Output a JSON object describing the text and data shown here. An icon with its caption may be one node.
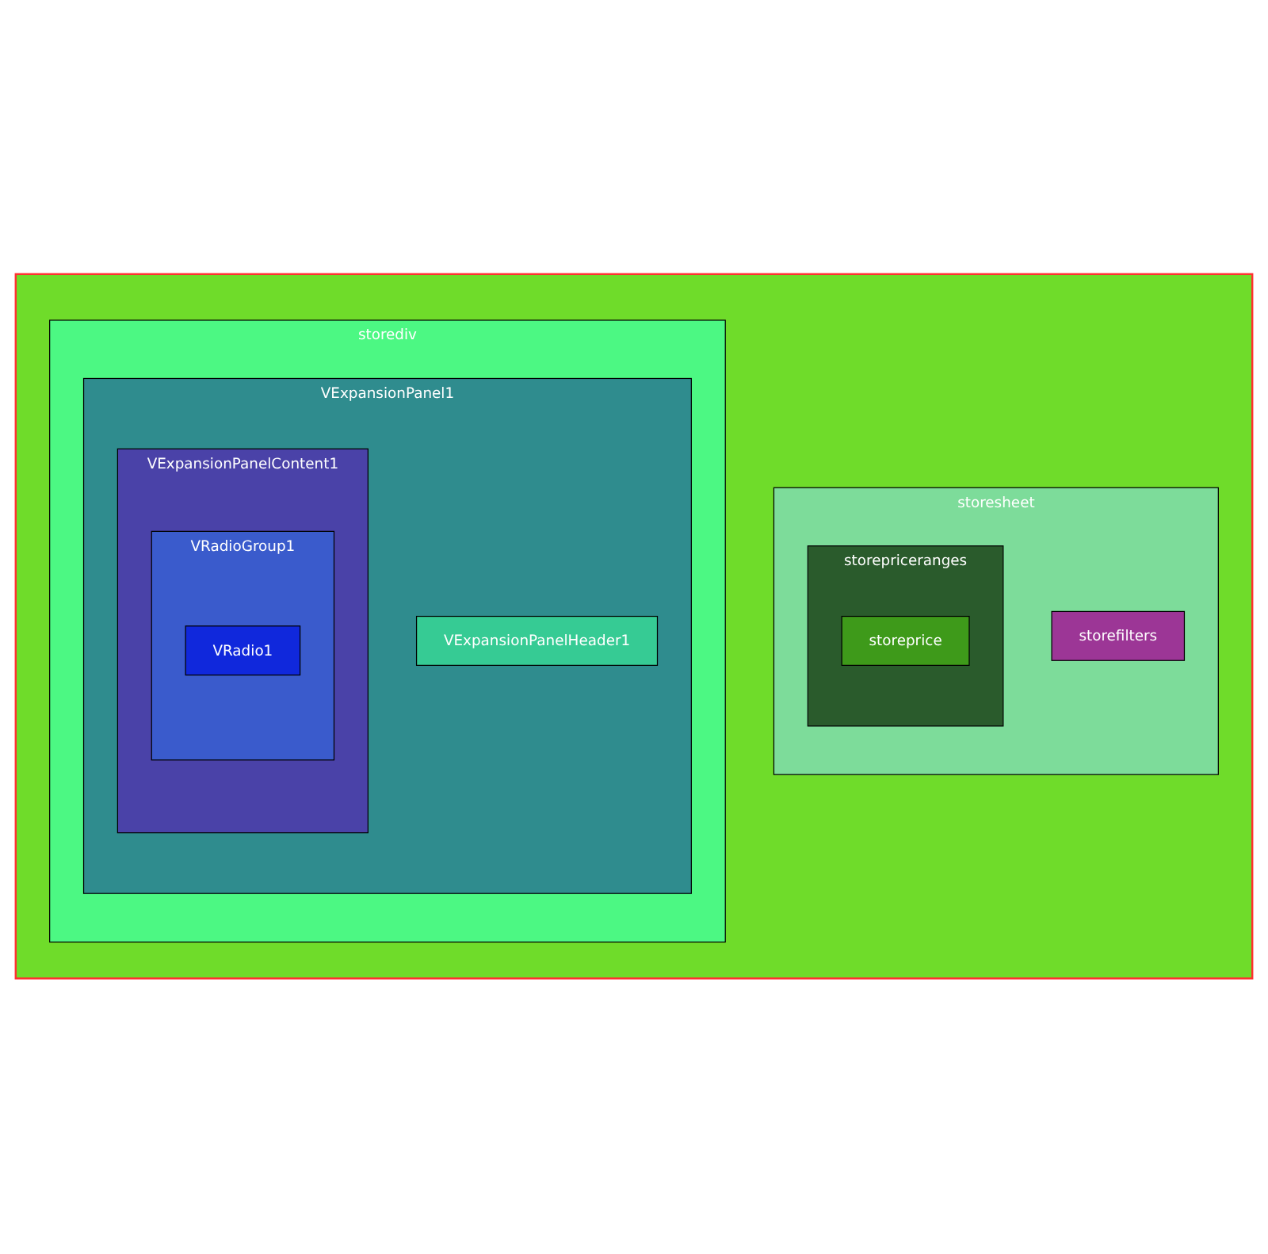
{
  "diagram": {
    "nodes": [
      {
        "text": [],
        "shape": "box"
      },
      {
        "text": [
          "storesheet"
        ],
        "in": 0
      },
      {
        "text": [
          "storefilters"
        ],
        "in": 1
      },
      {
        "text": [
          "storepriceranges"
        ],
        "in": 1
      },
      {
        "text": [
          "storeprice"
        ],
        "in": 3
      },
      {
        "text": [
          "storediv"
        ],
        "in": 0
      },
      {
        "text": [
          "VExpansionPanel1"
        ],
        "in": 5
      },
      {
        "text": [
          "VExpansionPanelHeader1"
        ],
        "in": 6
      },
      {
        "text": [
          "VExpansionPanelContent1"
        ],
        "in": 6
      },
      {
        "text": [
          "VRadioGroup1"
        ],
        "in": 8
      },
      {
        "text": [
          "VRadio1"
        ],
        "in": 9
      }
    ]
  }
}
